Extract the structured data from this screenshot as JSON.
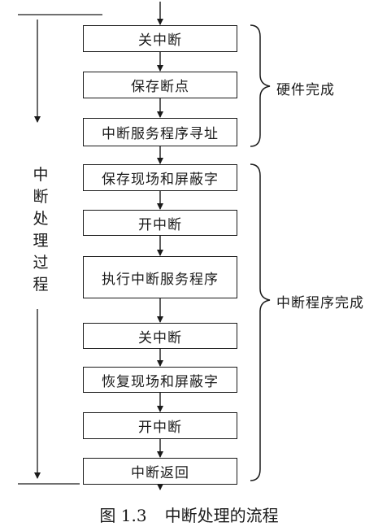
{
  "steps": [
    "关中断",
    "保存断点",
    "中断服务程序寻址",
    "保存现场和屏蔽字",
    "开中断",
    "执行中断服务程序",
    "关中断",
    "恢复现场和屏蔽字",
    "开中断",
    "中断返回"
  ],
  "groups": {
    "hardware": "硬件完成",
    "program": "中断程序完成"
  },
  "side_label": "中断处理过程",
  "caption": {
    "number": "图 1.3",
    "title": "中断处理的流程"
  }
}
